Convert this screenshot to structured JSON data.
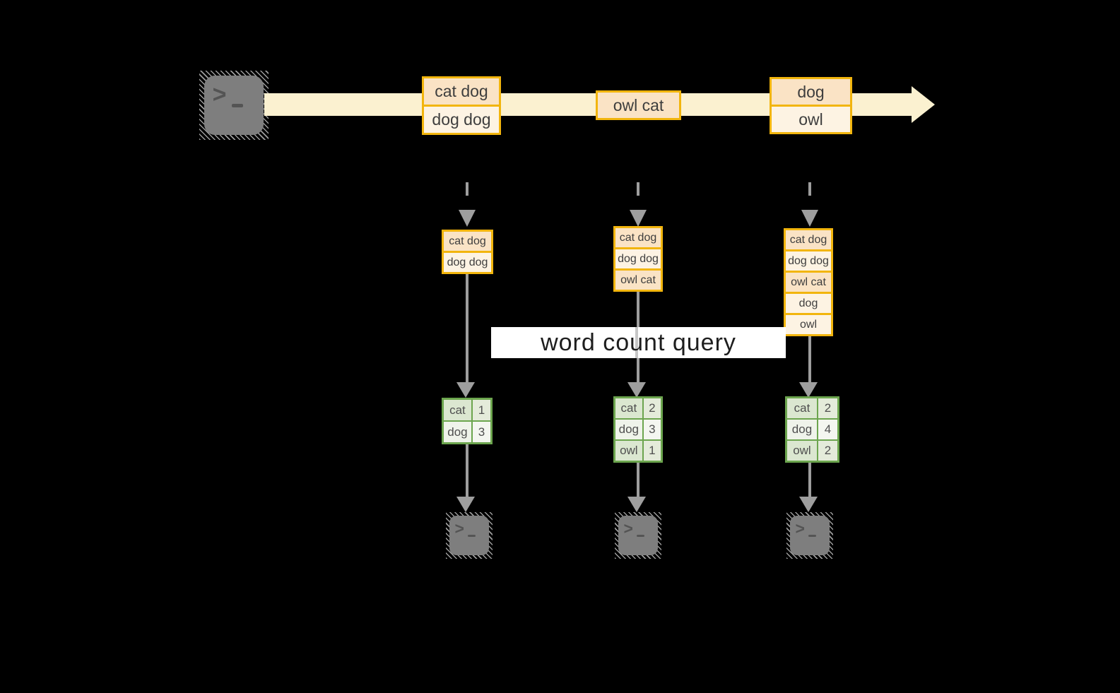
{
  "palette": {
    "background": "#000000",
    "gold_border": "#F2B50D",
    "peach_fill": "#FAE3C5",
    "cream_fill": "#FDF3E3",
    "stream_fill": "#FBF1D0",
    "arrow_gray": "#9E9E9E",
    "green_border": "#6CA54E",
    "green_cell": "#DBE7D0",
    "green_cell_light": "#EFF3EA",
    "banner_bg": "#FFFFFF",
    "terminal_gray": "#7E7E7E"
  },
  "stream": {
    "source_icon": "terminal-icon",
    "boxes": [
      {
        "cells": [
          {
            "label": "cat dog",
            "tone": "peach"
          },
          {
            "label": "dog dog",
            "tone": "cream"
          }
        ]
      },
      {
        "cells": [
          {
            "label": "owl cat",
            "tone": "peach"
          }
        ]
      },
      {
        "cells": [
          {
            "label": "dog",
            "tone": "peach"
          },
          {
            "label": "owl",
            "tone": "cream"
          }
        ]
      }
    ]
  },
  "banner": {
    "label": "word count query"
  },
  "columns": [
    {
      "batch": [
        {
          "label": "cat dog",
          "tone": "peach"
        },
        {
          "label": "dog dog",
          "tone": "cream"
        }
      ],
      "counts": [
        {
          "word": "cat",
          "count": "1"
        },
        {
          "word": "dog",
          "count": "3"
        }
      ],
      "sink_icon": "terminal-icon"
    },
    {
      "batch": [
        {
          "label": "cat dog",
          "tone": "peach"
        },
        {
          "label": "dog dog",
          "tone": "cream"
        },
        {
          "label": "owl cat",
          "tone": "peach"
        }
      ],
      "counts": [
        {
          "word": "cat",
          "count": "2"
        },
        {
          "word": "dog",
          "count": "3"
        },
        {
          "word": "owl",
          "count": "1"
        }
      ],
      "sink_icon": "terminal-icon"
    },
    {
      "batch": [
        {
          "label": "cat dog",
          "tone": "peach"
        },
        {
          "label": "dog dog",
          "tone": "cream"
        },
        {
          "label": "owl cat",
          "tone": "peach"
        },
        {
          "label": "dog",
          "tone": "cream"
        },
        {
          "label": "owl",
          "tone": "cream"
        }
      ],
      "counts": [
        {
          "word": "cat",
          "count": "2"
        },
        {
          "word": "dog",
          "count": "4"
        },
        {
          "word": "owl",
          "count": "2"
        }
      ],
      "sink_icon": "terminal-icon"
    }
  ]
}
